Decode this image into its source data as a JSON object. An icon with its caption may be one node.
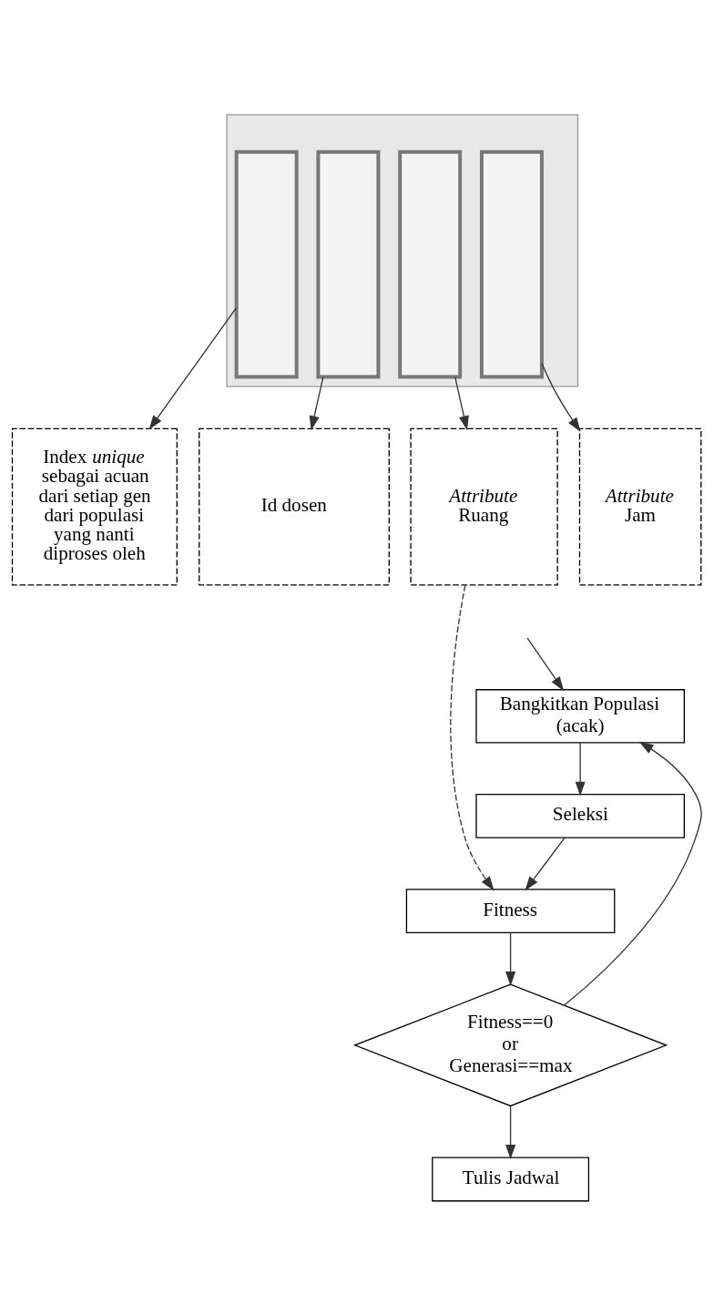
{
  "diagram": {
    "nodes": [
      {
        "text": [],
        "shape": "picture"
      },
      {
        "text": [],
        "shape": "box",
        "in": 0
      },
      {
        "text": [],
        "shape": "box",
        "in": 0
      },
      {
        "text": [],
        "shape": "box",
        "in": 0
      },
      {
        "text": [],
        "shape": "box",
        "in": 0
      },
      {
        "text": [
          "Index *unique* sebagai acuan dari setiap gen dari populasi yang nanti diproses oleh"
        ]
      },
      {
        "text": [
          "Id dosen"
        ]
      },
      {
        "text": [
          "*Attribute* Ruang"
        ]
      },
      {
        "text": [
          "*Attribute* Jam"
        ]
      },
      {
        "text": [
          "Bangkitkan Populasi (acak)"
        ]
      },
      {
        "text": [
          "Seleksi"
        ]
      },
      {
        "text": [
          "Fitness"
        ]
      },
      {
        "text": [
          "Fitness==0 or Generasi==max"
        ]
      },
      {
        "text": [
          "Tulis Jadwal"
        ]
      }
    ],
    "edges": [
      {
        "from": 1,
        "to": 5,
        "arrow": "to"
      },
      {
        "from": 2,
        "to": 6,
        "arrow": "to"
      },
      {
        "from": 3,
        "to": 7,
        "arrow": "to"
      },
      {
        "from": 4,
        "to": 8,
        "arrow": "to"
      },
      {
        "from": 7,
        "to": 11,
        "arrow": "to",
        "style": "dashed"
      },
      {
        "from": null,
        "to": 9,
        "arrow": "to"
      },
      {
        "from": 9,
        "to": 10,
        "arrow": "to"
      },
      {
        "from": 10,
        "to": 11,
        "arrow": "to"
      },
      {
        "from": 11,
        "to": 12,
        "arrow": "to"
      },
      {
        "from": 12,
        "to": 13,
        "arrow": "to"
      },
      {
        "from": 12,
        "to": 9,
        "arrow": "to"
      }
    ]
  }
}
